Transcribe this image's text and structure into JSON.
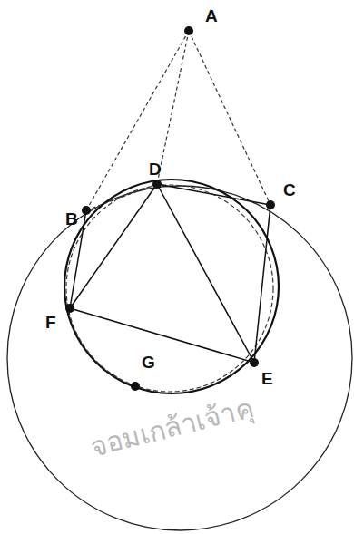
{
  "diagram": {
    "labels": [
      "A",
      "B",
      "C",
      "D",
      "E",
      "F",
      "G",
      "จอมเกล้าเจ้าคุ"
    ]
  }
}
